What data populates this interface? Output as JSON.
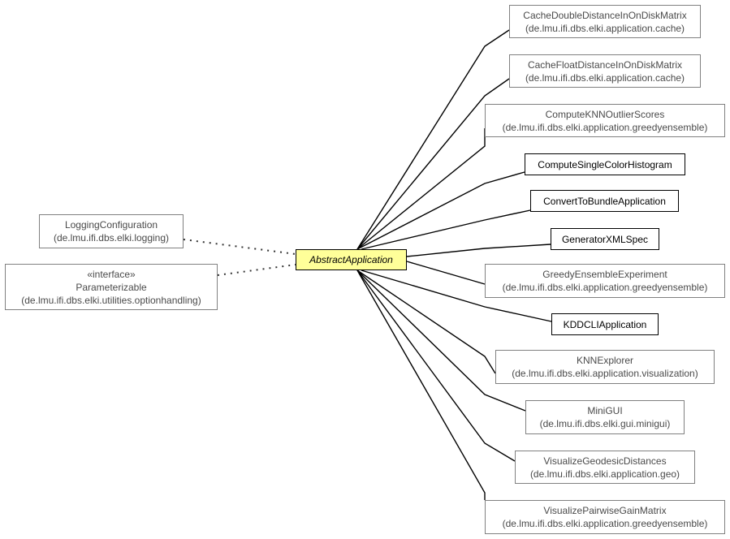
{
  "center": {
    "name": "AbstractApplication"
  },
  "interfaces": [
    {
      "id": "logging",
      "lines": [
        "LoggingConfiguration",
        "(de.lmu.ifi.dbs.elki.logging)"
      ]
    },
    {
      "id": "parameterizable",
      "lines": [
        "«interface»",
        "Parameterizable",
        "(de.lmu.ifi.dbs.elki.utilities.optionhandling)"
      ]
    }
  ],
  "subclasses": [
    {
      "id": "cache-double",
      "external": true,
      "lines": [
        "CacheDoubleDistanceInOnDiskMatrix",
        "(de.lmu.ifi.dbs.elki.application.cache)"
      ]
    },
    {
      "id": "cache-float",
      "external": true,
      "lines": [
        "CacheFloatDistanceInOnDiskMatrix",
        "(de.lmu.ifi.dbs.elki.application.cache)"
      ]
    },
    {
      "id": "compute-knn",
      "external": true,
      "lines": [
        "ComputeKNNOutlierScores",
        "(de.lmu.ifi.dbs.elki.application.greedyensemble)"
      ]
    },
    {
      "id": "compute-histogram",
      "external": false,
      "lines": [
        "ComputeSingleColorHistogram"
      ]
    },
    {
      "id": "convert-bundle",
      "external": false,
      "lines": [
        "ConvertToBundleApplication"
      ]
    },
    {
      "id": "generator-xml",
      "external": false,
      "lines": [
        "GeneratorXMLSpec"
      ]
    },
    {
      "id": "greedy-ensemble",
      "external": true,
      "lines": [
        "GreedyEnsembleExperiment",
        "(de.lmu.ifi.dbs.elki.application.greedyensemble)"
      ]
    },
    {
      "id": "kddcli",
      "external": false,
      "lines": [
        "KDDCLIApplication"
      ]
    },
    {
      "id": "knn-explorer",
      "external": true,
      "lines": [
        "KNNExplorer",
        "(de.lmu.ifi.dbs.elki.application.visualization)"
      ]
    },
    {
      "id": "minigui",
      "external": true,
      "lines": [
        "MiniGUI",
        "(de.lmu.ifi.dbs.elki.gui.minigui)"
      ]
    },
    {
      "id": "geodesic",
      "external": true,
      "lines": [
        "VisualizeGeodesicDistances",
        "(de.lmu.ifi.dbs.elki.application.geo)"
      ]
    },
    {
      "id": "pairwise-gain",
      "external": true,
      "lines": [
        "VisualizePairwiseGainMatrix",
        "(de.lmu.ifi.dbs.elki.application.greedyensemble)"
      ]
    }
  ]
}
